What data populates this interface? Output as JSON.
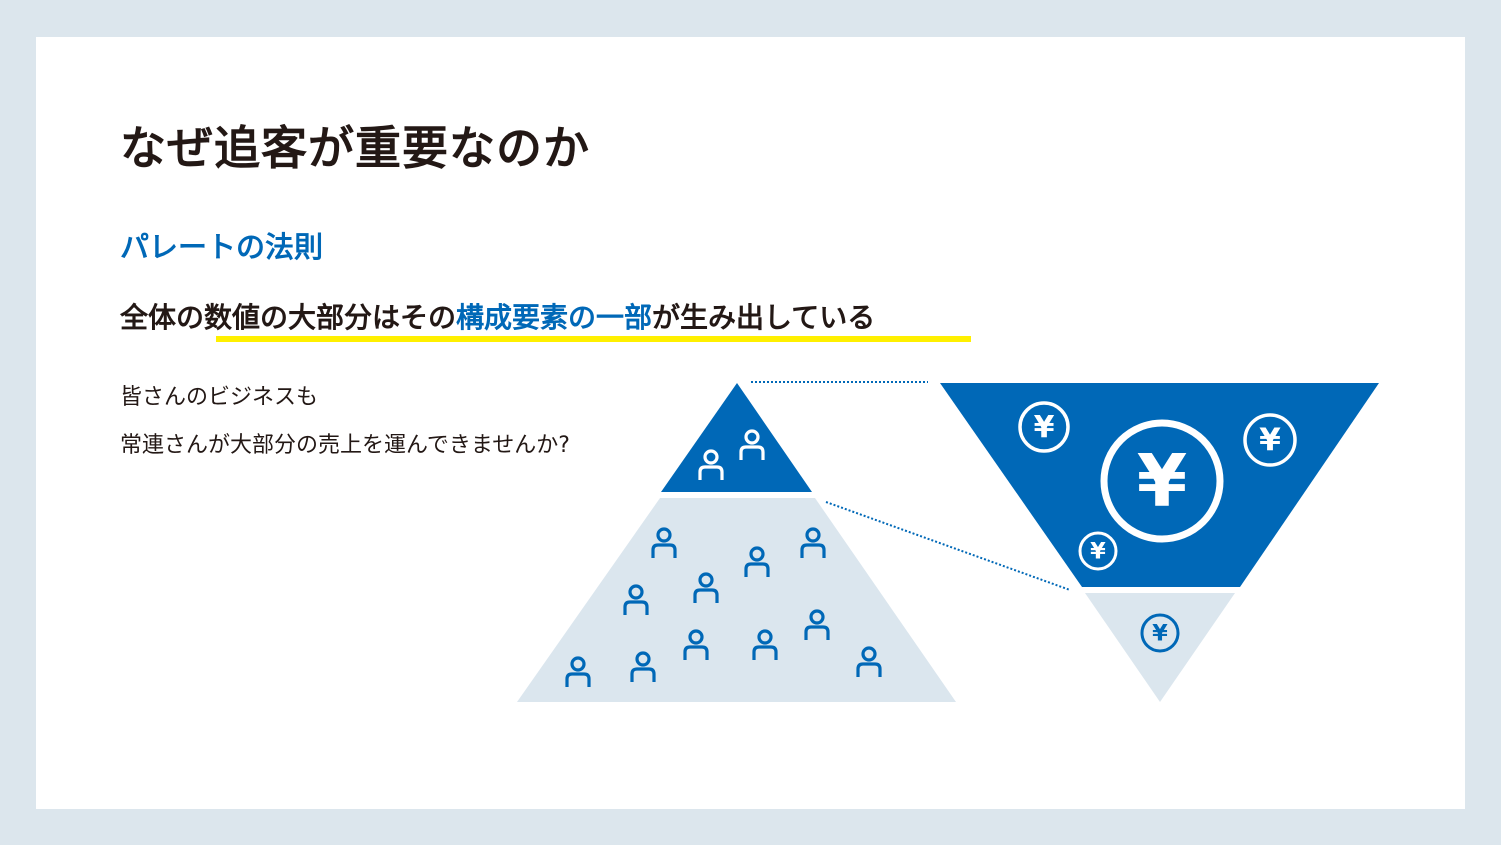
{
  "title": "なぜ追客が重要なのか",
  "subtitle": "パレートの法則",
  "headline": {
    "part1": "全体の数値の大部分はその",
    "part2_highlight": "構成要素の一部",
    "part3": "が生み出している"
  },
  "body": [
    "皆さんのビジネスも",
    "常連さんが大部分の売上を運んできませんか?"
  ],
  "diagram": {
    "yen_symbol": "¥",
    "top_customers_count": 2,
    "other_customers_count": 11
  },
  "colors": {
    "accent": "#0068b7",
    "light": "#dbe6ee",
    "highlight": "#fff000",
    "background": "#dce6ed"
  }
}
